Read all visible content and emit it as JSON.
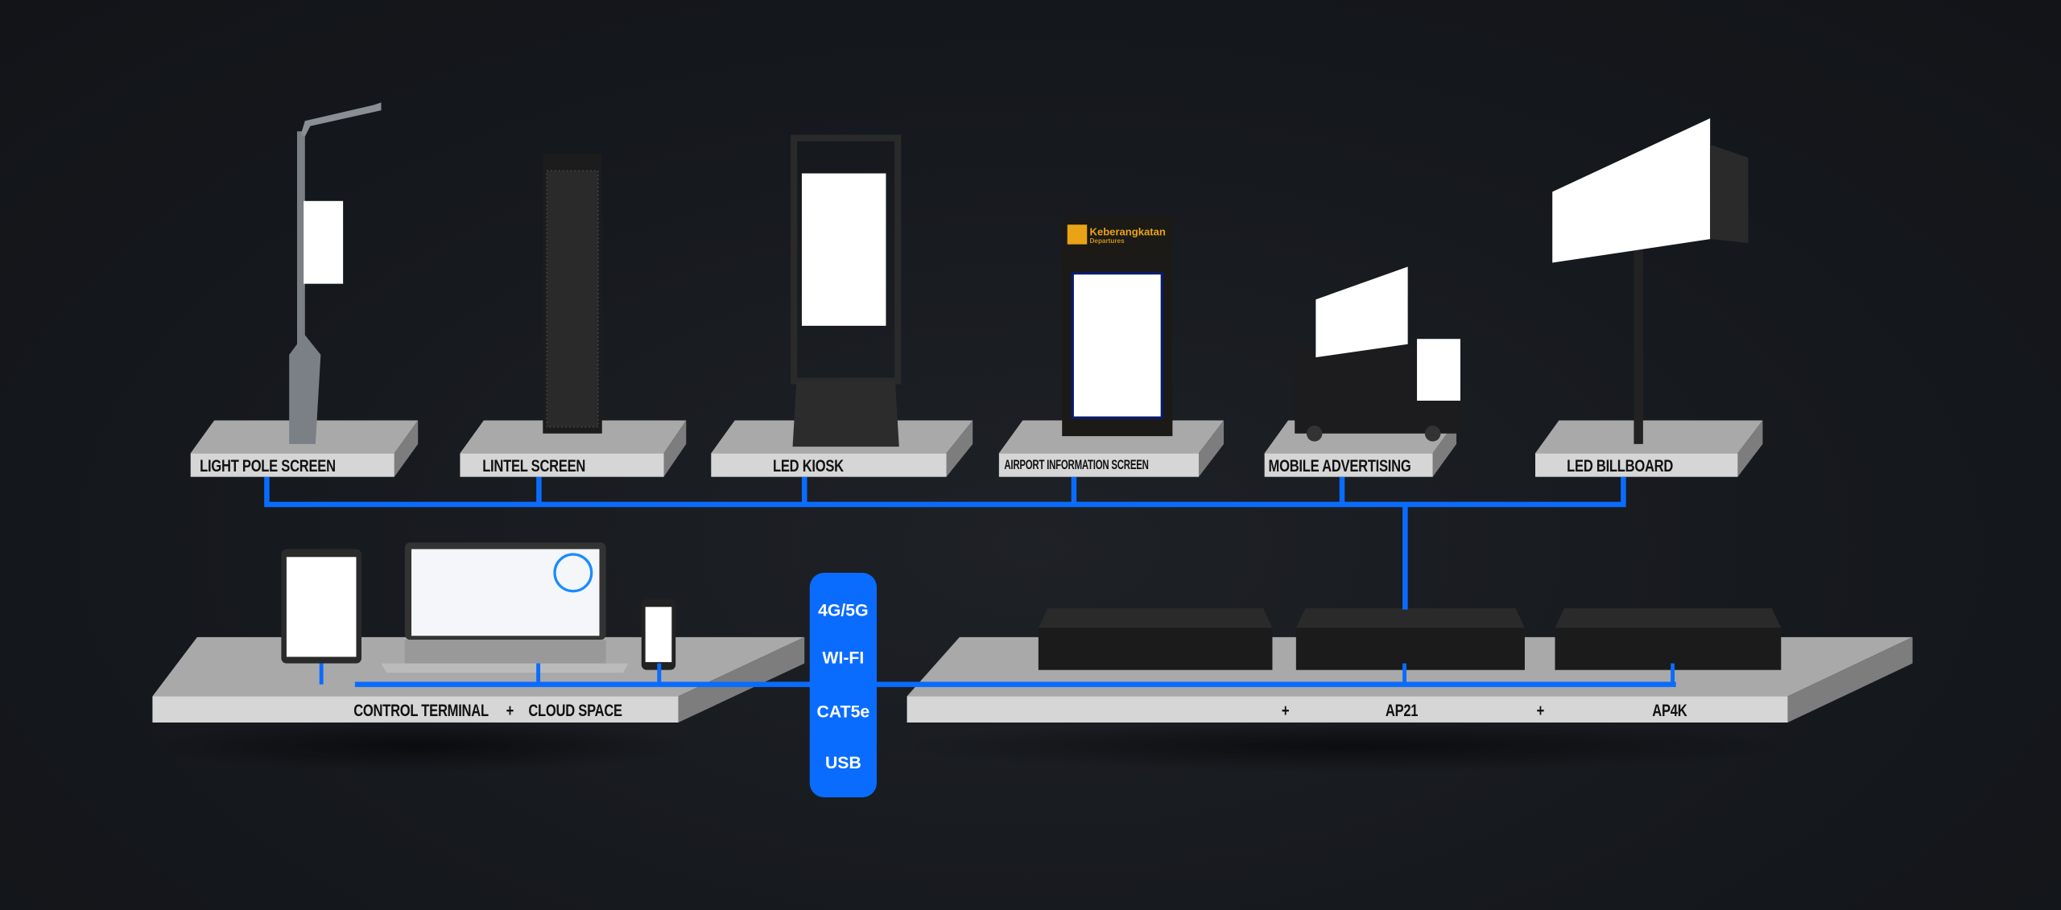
{
  "top_platforms": [
    {
      "label": "LIGHT POLE SCREEN"
    },
    {
      "label": "LINTEL SCREEN"
    },
    {
      "label": "LED KIOSK"
    },
    {
      "label": "AIRPORT INFORMATION SCREEN"
    },
    {
      "label": "MOBILE ADVERTISING"
    },
    {
      "label": "LED BILLBOARD"
    }
  ],
  "airport_sign": {
    "title": "Keberangkatan",
    "subtitle": "Departures"
  },
  "left_platform": {
    "label1": "CONTROL TERMINAL",
    "plus": "+",
    "label2": "CLOUD SPACE"
  },
  "right_platform": {
    "plus1": "+",
    "label1": "AP21",
    "plus2": "+",
    "label2": "AP4K"
  },
  "connectivity": [
    "4G/5G",
    "WI-FI",
    "CAT5e",
    "USB"
  ],
  "colors": {
    "accent": "#0a6cff",
    "background": "#15181d",
    "platform": "#d6d6d6"
  }
}
